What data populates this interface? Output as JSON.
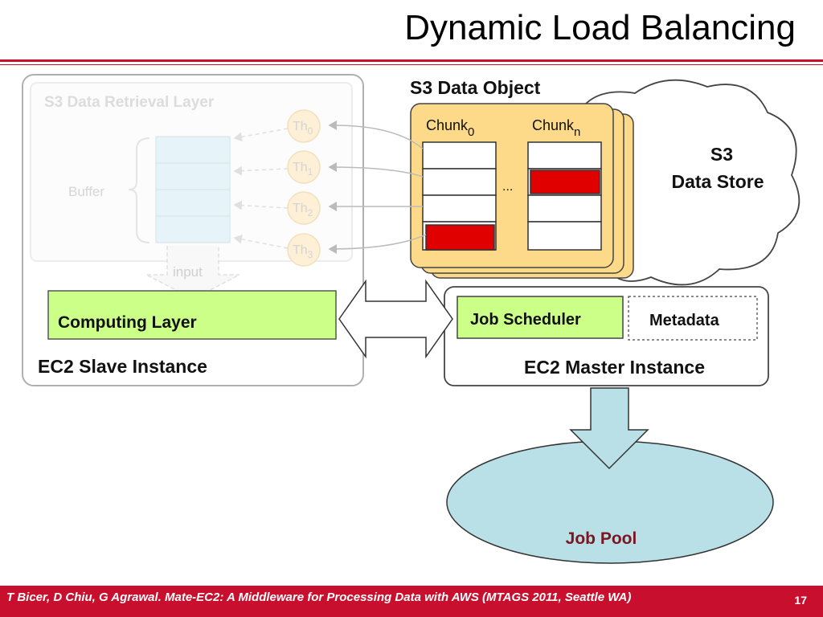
{
  "slide": {
    "title": "Dynamic Load Balancing",
    "footer_citation": "T Bicer, D Chiu, G Agrawal. Mate-EC2: A Middleware for Processing Data with AWS (MTAGS 2011, Seattle WA)",
    "page_number": "17"
  },
  "diagram": {
    "retrieval_layer_label": "S3 Data Retrieval Layer",
    "buffer_label": "Buffer",
    "input_label": "input",
    "threads": [
      {
        "base": "Th",
        "sub": "0"
      },
      {
        "base": "Th",
        "sub": "1"
      },
      {
        "base": "Th",
        "sub": "2"
      },
      {
        "base": "Th",
        "sub": "3"
      }
    ],
    "computing_layer_label": "Computing Layer",
    "slave_instance_label": "EC2 Slave Instance",
    "s3_object_label": "S3 Data Object",
    "chunk_first": {
      "base": "Chunk",
      "sub": "0"
    },
    "chunk_last": {
      "base": "Chunk",
      "sub": "n"
    },
    "ellipsis": "...",
    "data_store_line1": "S3",
    "data_store_line2": "Data Store",
    "job_scheduler_label": "Job Scheduler",
    "metadata_label": "Metadata",
    "master_instance_label": "EC2 Master Instance",
    "job_pool_label": "Job Pool"
  },
  "colors": {
    "accent_red": "#c8102e",
    "highlight_green": "#ccff88",
    "chunk_orange": "#fdd98a",
    "pool_blue": "#b8e0e6",
    "marked_chunk": "#e00000",
    "job_pool_text": "#7a1522"
  }
}
